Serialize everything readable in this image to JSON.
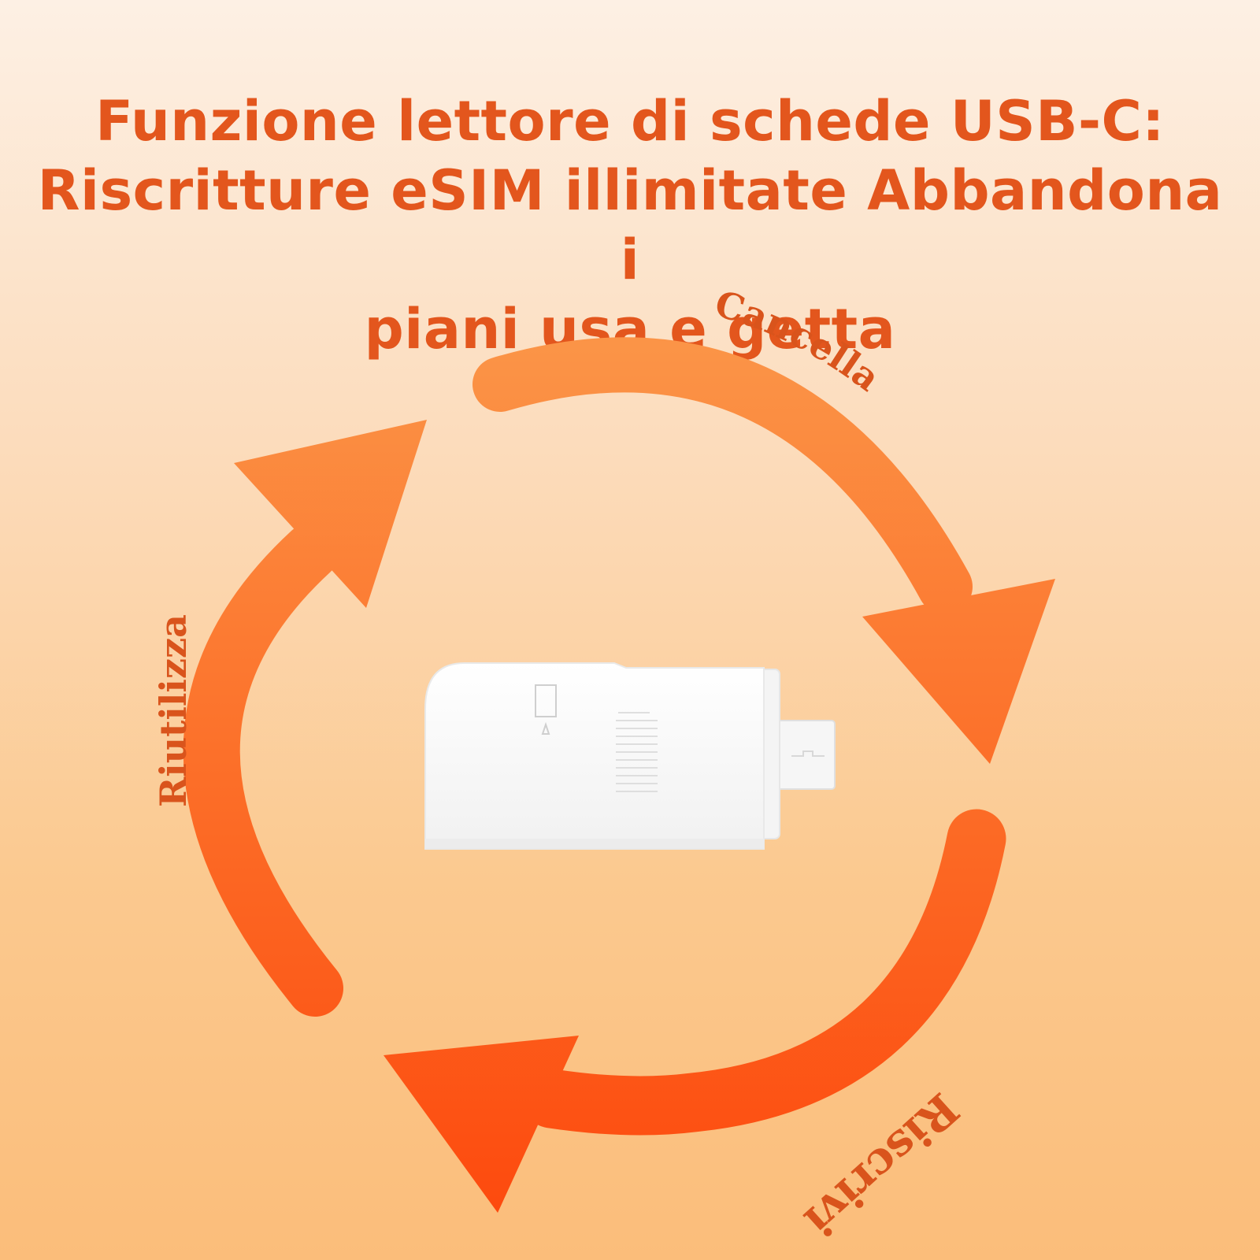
{
  "title": {
    "line1": "Funzione lettore di schede USB-C:",
    "line2": "Riscritture eSIM illimitate Abbandona i",
    "line3": "piani usa e getta"
  },
  "cycle": {
    "labels": {
      "top": "Cancella",
      "left": "Riutilizza",
      "bottom": "Riscrivi"
    },
    "arrow_color_top": "#fb8a3e",
    "arrow_color_bottom": "#fd5014"
  },
  "device": {
    "name": "USB-C eSIM card reader",
    "color": "#ffffff"
  }
}
